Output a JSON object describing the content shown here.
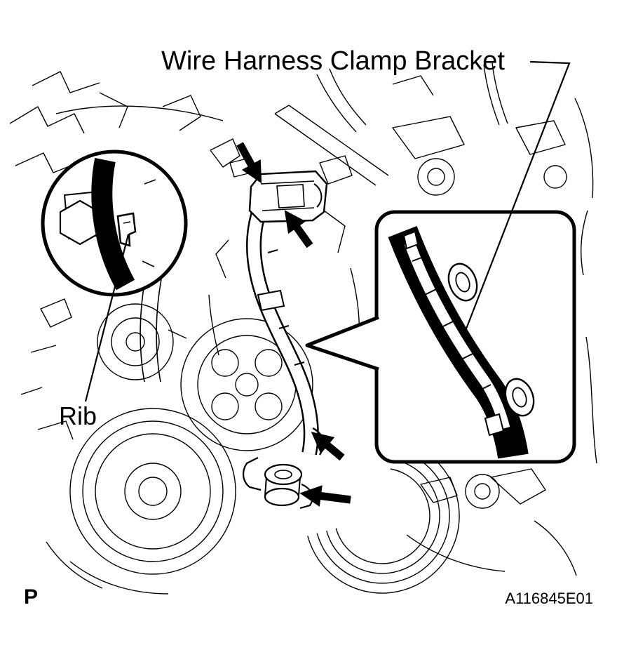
{
  "diagram": {
    "title": "Wire Harness Clamp Bracket",
    "rib_label": "Rib",
    "page_marker": "P",
    "figure_code": "A116845E01"
  },
  "colors": {
    "line": "#000000",
    "background": "#ffffff"
  }
}
